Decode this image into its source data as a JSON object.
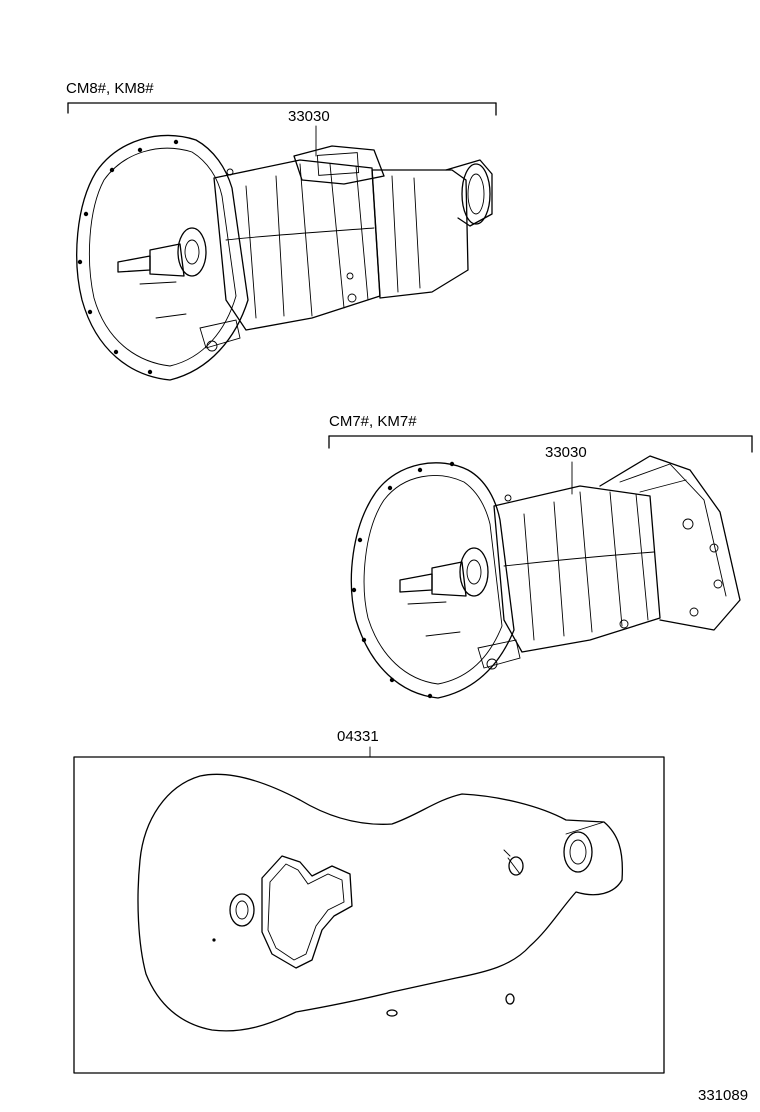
{
  "sections": [
    {
      "model_label": "CM8#, KM8#",
      "part_number": "33030"
    },
    {
      "model_label": "CM7#, KM7#",
      "part_number": "33030"
    }
  ],
  "gasket_kit": {
    "part_number": "04331"
  },
  "figure_code": "331089"
}
